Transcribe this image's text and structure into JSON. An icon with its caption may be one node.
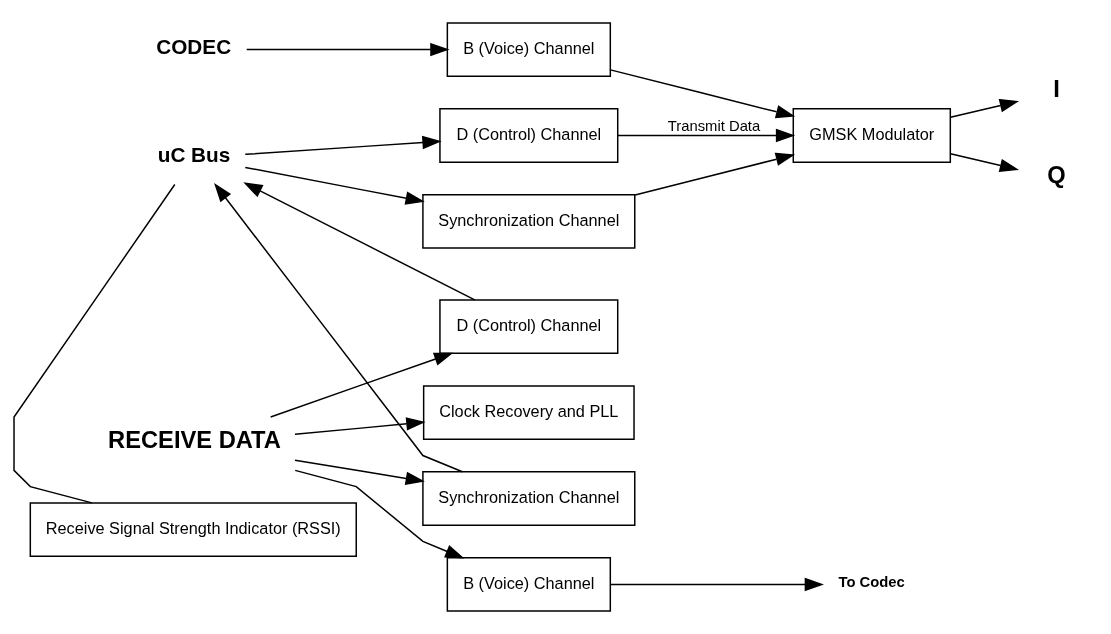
{
  "diagram": {
    "nodes": [
      {
        "text": [
          "CODEC"
        ]
      },
      {
        "text": [
          "uC Bus"
        ]
      },
      {
        "text": [
          "B (Voice) Channel"
        ]
      },
      {
        "text": [
          "D (Control) Channel"
        ]
      },
      {
        "text": [
          "Synchronization Channel"
        ]
      },
      {
        "text": [
          "GMSK Modulator"
        ]
      },
      {
        "text": [
          "I"
        ]
      },
      {
        "text": [
          "Q"
        ]
      },
      {
        "text": [
          "Clock Recovery and PLL"
        ]
      },
      {
        "text": [
          "To Codec"
        ]
      },
      {
        "text": [
          "B (Voice) Channel"
        ]
      },
      {
        "text": [
          "RECEIVE DATA"
        ]
      },
      {
        "text": [
          "D (Control) Channel"
        ]
      },
      {
        "text": [
          "Synchronization Channel"
        ]
      },
      {
        "text": [
          "Receive Signal Strength Indicator (RSSI)"
        ]
      }
    ],
    "edges": [
      {
        "from": 0,
        "to": 2,
        "arrow": "to"
      },
      {
        "from": 1,
        "to": 3,
        "arrow": "to"
      },
      {
        "from": 1,
        "to": 4,
        "arrow": "to"
      },
      {
        "from": 2,
        "to": 5,
        "arrow": "to"
      },
      {
        "from": 3,
        "to": 5,
        "arrow": "to",
        "label": "Transmit Data"
      },
      {
        "from": 4,
        "to": 5,
        "arrow": "to"
      },
      {
        "from": 5,
        "to": 6,
        "arrow": "to"
      },
      {
        "from": 5,
        "to": 7,
        "arrow": "to"
      },
      {
        "from": 11,
        "to": 8,
        "arrow": "to"
      },
      {
        "from": 11,
        "to": 10,
        "arrow": "to"
      },
      {
        "from": 11,
        "to": 12,
        "arrow": "to"
      },
      {
        "from": 11,
        "to": 13,
        "arrow": "to"
      },
      {
        "from": 10,
        "to": 9,
        "arrow": "to"
      },
      {
        "from": 12,
        "to": 1,
        "arrow": "to"
      },
      {
        "from": 13,
        "to": 1,
        "arrow": "to"
      },
      {
        "from": 14,
        "to": 1,
        "arrow": "none"
      }
    ]
  }
}
